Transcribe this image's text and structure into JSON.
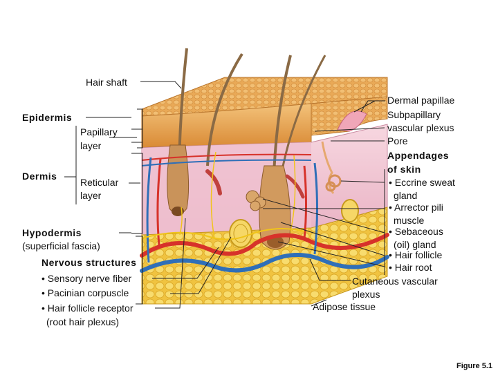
{
  "figure_caption": "Figure 5.1",
  "labels_left": {
    "hair_shaft": "Hair shaft",
    "epidermis": "Epidermis",
    "papillary_layer": [
      "Papillary",
      "layer"
    ],
    "dermis": "Dermis",
    "reticular_layer": [
      "Reticular",
      "layer"
    ],
    "hypodermis": "Hypodermis",
    "superficial_fascia": "(superficial fascia)",
    "nervous_structures": "Nervous structures",
    "sensory_nerve_fiber": "• Sensory nerve fiber",
    "pacinian_corpuscle": "• Pacinian corpuscle",
    "hair_follicle_receptor": "• Hair follicle receptor",
    "root_hair_plexus": "(root hair plexus)"
  },
  "labels_right": {
    "dermal_papillae": "Dermal papillae",
    "subpapillary": [
      "Subpapillary",
      "vascular plexus"
    ],
    "pore": "Pore",
    "appendages": [
      "Appendages",
      "of skin"
    ],
    "eccrine": [
      "• Eccrine sweat",
      "gland"
    ],
    "arrector": [
      "• Arrector pili",
      "muscle"
    ],
    "sebaceous": [
      "• Sebaceous",
      "(oil) gland"
    ],
    "hair_follicle": "• Hair follicle",
    "hair_root": "• Hair root",
    "cutaneous": [
      "Cutaneous vascular",
      "plexus"
    ],
    "adipose": "Adipose tissue"
  },
  "colors": {
    "epidermis": "#e8a24a",
    "dermis": "#f1c6d3",
    "adipose": "#f6d35a",
    "artery": "#d7322a",
    "vein": "#2f6fb8",
    "nerve": "#f0c419",
    "hair": "#8a6a45"
  }
}
